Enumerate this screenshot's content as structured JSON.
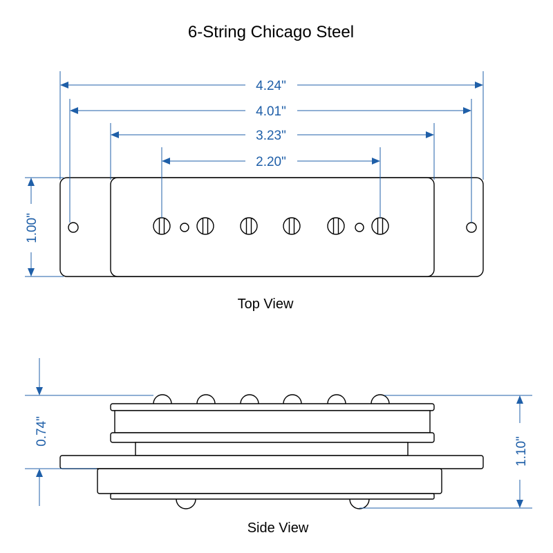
{
  "title": "6-String Chicago Steel",
  "views": {
    "top": {
      "label": "Top View"
    },
    "side": {
      "label": "Side View"
    }
  },
  "dimensions": {
    "overall_length": "4.24\"",
    "mount_spacing": "4.01\"",
    "cover_length": "3.23\"",
    "pole_spacing": "2.20\"",
    "width": "1.00\"",
    "pole_height": "0.74\"",
    "total_height": "1.10\""
  },
  "colors": {
    "dimension": "#1f5fa8",
    "outline": "#000000",
    "background": "#ffffff"
  }
}
